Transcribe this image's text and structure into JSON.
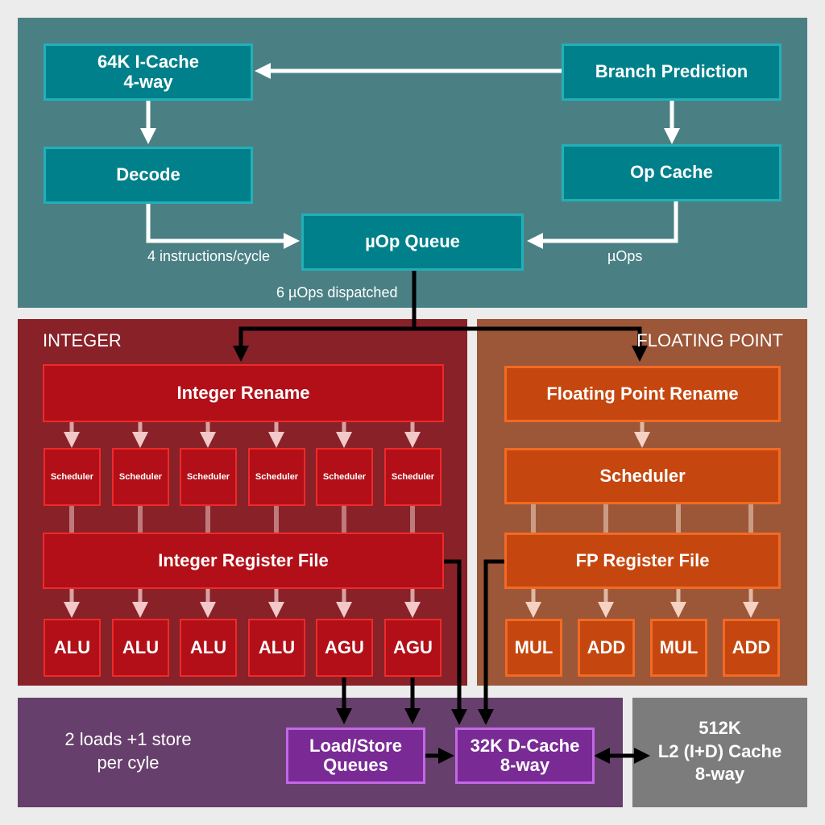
{
  "frontend": {
    "icache": [
      "64K I-Cache",
      "4-way"
    ],
    "branch_prediction": "Branch Prediction",
    "decode": "Decode",
    "op_cache": "Op Cache",
    "uop_queue": "µOp Queue",
    "decode_rate_label": "4 instructions/cycle",
    "uops_label": "µOps",
    "dispatch_label": "6 µOps dispatched"
  },
  "integer": {
    "title": "INTEGER",
    "rename": "Integer Rename",
    "scheduler": "Scheduler",
    "register_file": "Integer Register File",
    "units": [
      "ALU",
      "ALU",
      "ALU",
      "ALU",
      "AGU",
      "AGU"
    ]
  },
  "floating_point": {
    "title": "FLOATING POINT",
    "rename": "Floating Point Rename",
    "scheduler": "Scheduler",
    "register_file": "FP Register File",
    "units": [
      "MUL",
      "ADD",
      "MUL",
      "ADD"
    ]
  },
  "memory": {
    "note": [
      "2 loads +1 store",
      "per cyle"
    ],
    "lsq": [
      "Load/Store",
      "Queues"
    ],
    "dcache": [
      "32K D-Cache",
      "8-way"
    ],
    "l2": [
      "512K",
      "L2 (I+D) Cache",
      "8-way"
    ]
  },
  "colors": {
    "frontend_bg": "#4a8084",
    "integer_bg": "#892128",
    "fp_bg": "#9c5638",
    "memory_bg": "#673f6c",
    "l2_bg": "#7c7c7c"
  }
}
